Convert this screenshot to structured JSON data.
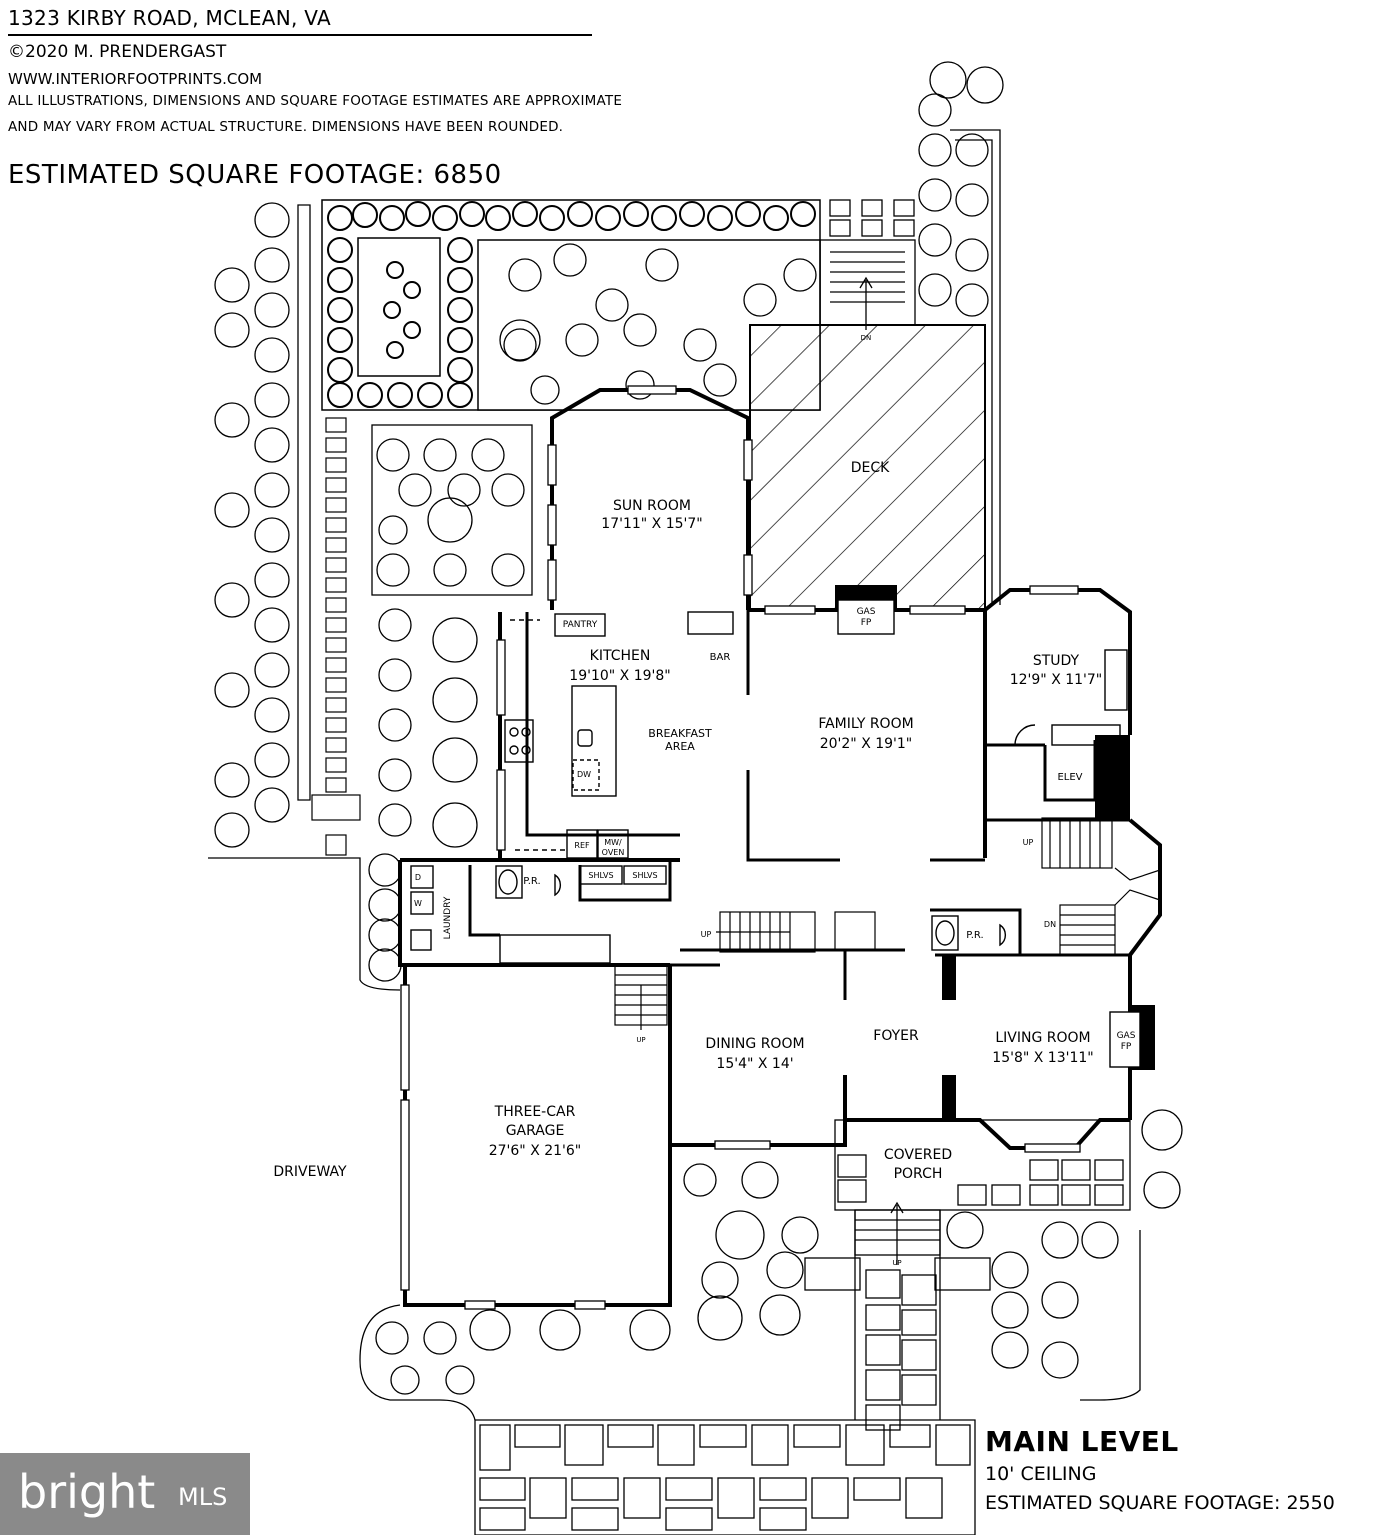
{
  "header": {
    "address": "1323 KIRBY ROAD, MCLEAN, VA",
    "copyright": "©2020 M. PRENDERGAST",
    "website": "WWW.INTERIORFOOTPRINTS.COM",
    "disclaimer_line1": "ALL ILLUSTRATIONS, DIMENSIONS AND SQUARE FOOTAGE ESTIMATES ARE APPROXIMATE",
    "disclaimer_line2": "AND MAY VARY FROM ACTUAL STRUCTURE. DIMENSIONS HAVE BEEN ROUNDED.",
    "total_sqft": "ESTIMATED SQUARE FOOTAGE: 6850"
  },
  "rooms": {
    "sun_room": {
      "name": "SUN ROOM",
      "dims": "17'11\" X 15'7\""
    },
    "deck": {
      "name": "DECK"
    },
    "kitchen": {
      "name": "KITCHEN",
      "dims": "19'10\" X 19'8\""
    },
    "breakfast_line1": "BREAKFAST",
    "breakfast_line2": "AREA",
    "family_room": {
      "name": "FAMILY ROOM",
      "dims": "20'2\" X 19'1\""
    },
    "study": {
      "name": "STUDY",
      "dims": "12'9\" X 11'7\""
    },
    "dining_room": {
      "name": "DINING ROOM",
      "dims": "15'4\" X 14'"
    },
    "foyer": {
      "name": "FOYER"
    },
    "living_room": {
      "name": "LIVING ROOM",
      "dims": "15'8\" X 13'11\""
    },
    "garage_line1": "THREE-CAR",
    "garage_line2": "GARAGE",
    "garage_dims": "27'6\" X 21'6\"",
    "porch_line1": "COVERED",
    "porch_line2": "PORCH",
    "driveway": "DRIVEWAY"
  },
  "fixtures": {
    "pantry": "PANTRY",
    "bar": "BAR",
    "gas": "GAS",
    "fp": "FP",
    "elev": "ELEV",
    "pr": "P.R.",
    "laundry": "LAUNDRY",
    "shlvs": "SHLVS",
    "ref": "REF",
    "mw": "MW/",
    "oven": "OVEN",
    "dw": "DW",
    "up": "UP",
    "dn": "DN",
    "d": "D",
    "w": "W"
  },
  "legend": {
    "level": "MAIN LEVEL",
    "ceiling": "10' CEILING",
    "level_sqft": "ESTIMATED SQUARE FOOTAGE: 2550"
  },
  "badge": {
    "brand": "bright",
    "mls": "MLS"
  }
}
